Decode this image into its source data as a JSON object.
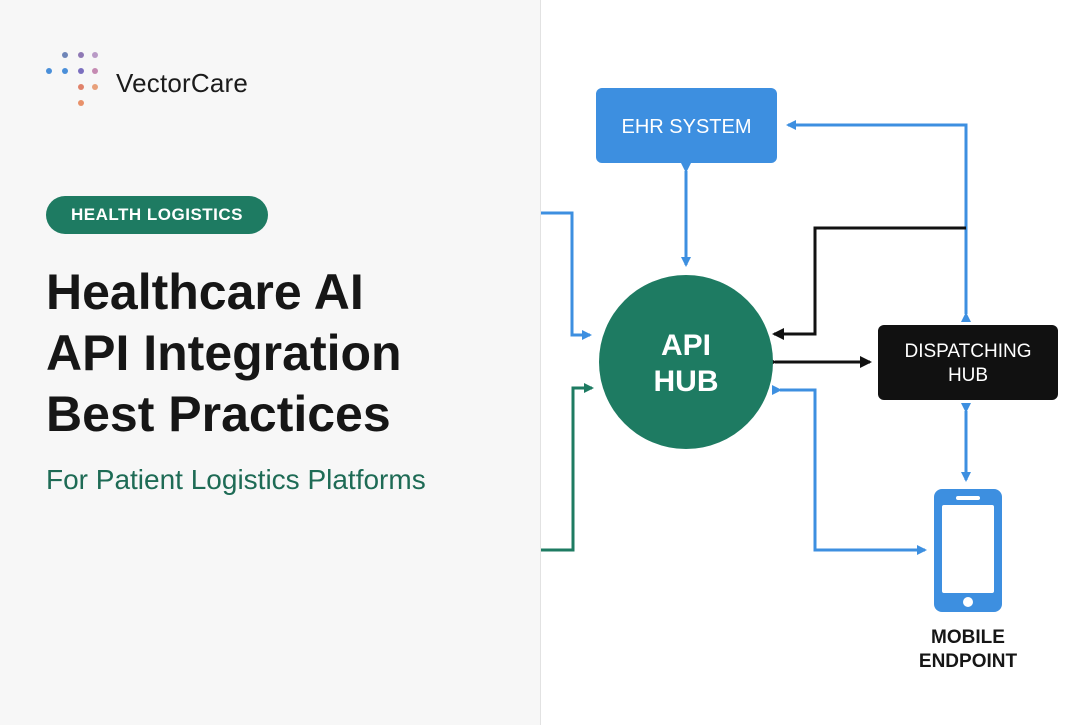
{
  "brand": {
    "name": "VectorCare"
  },
  "tag": {
    "label": "HEALTH LOGISTICS"
  },
  "headline": {
    "line1": "Healthcare AI",
    "line2": "API Integration",
    "line3": "Best Practices"
  },
  "subtitle": "For Patient Logistics Platforms",
  "diagram": {
    "nodes": {
      "ehr": {
        "label": "EHR SYSTEM"
      },
      "hub": {
        "label_line1": "API",
        "label_line2": "HUB"
      },
      "dispatch": {
        "label_line1": "DISPATCHING",
        "label_line2": "HUB"
      },
      "mobile": {
        "label_line1": "MOBILE",
        "label_line2": "ENDPOINT"
      }
    },
    "colors": {
      "blue": "#3d8fe0",
      "green": "#1e7b62",
      "black": "#111111"
    }
  }
}
